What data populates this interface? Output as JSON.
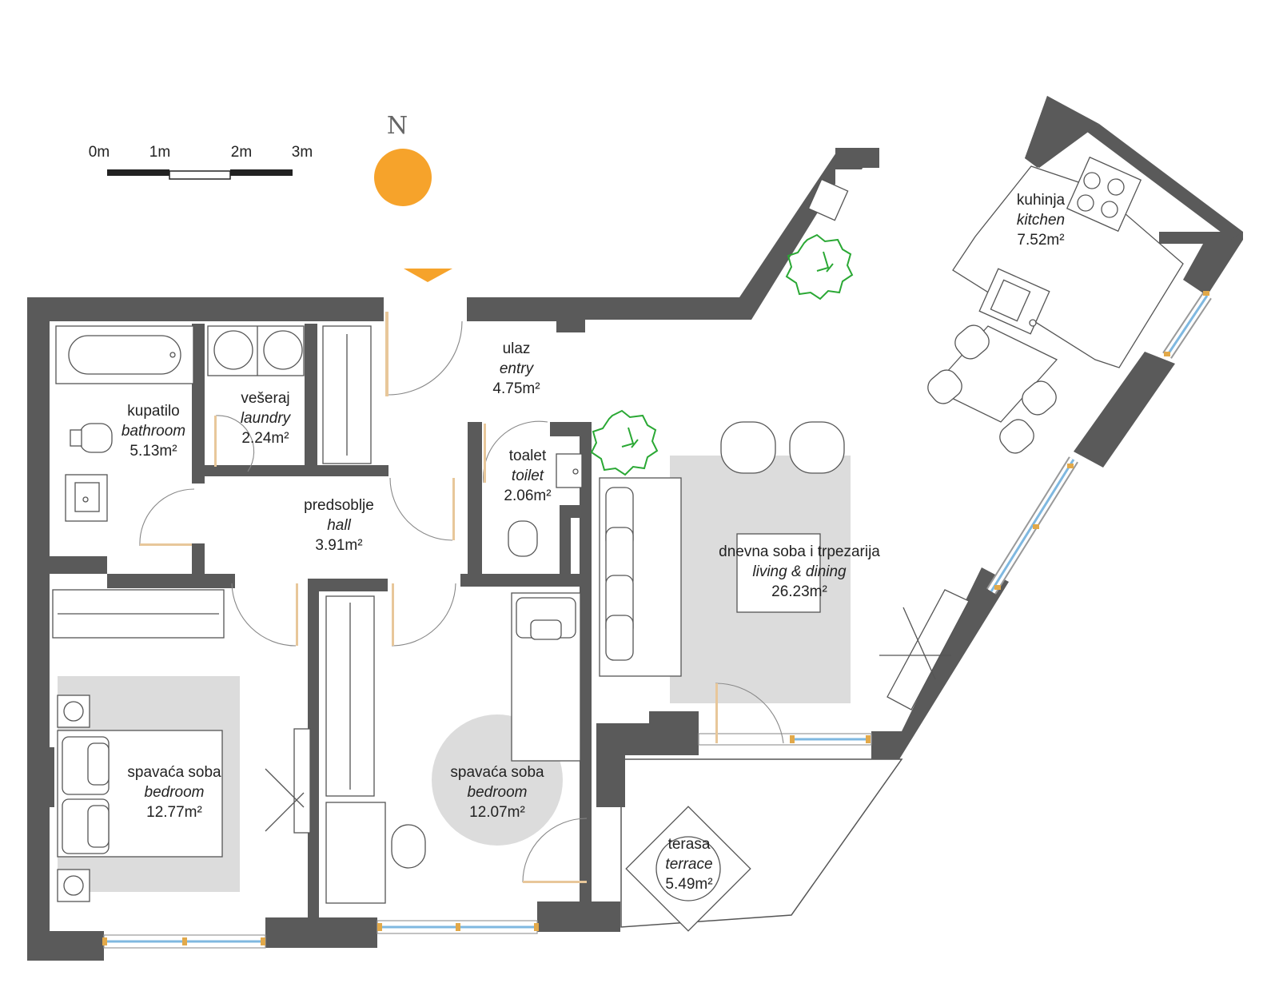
{
  "compass": {
    "north_label": "N",
    "sun_color": "#F6A32B"
  },
  "scale": {
    "ticks": [
      "0m",
      "1m",
      "2m",
      "3m"
    ]
  },
  "colors": {
    "wall": "#5a5a5a",
    "rug": "#dcdcdc",
    "plant": "#2aa834",
    "entry_marker": "#F6A32B",
    "window_frame": "#e2a94a",
    "window_glass": "#7fb8e0"
  },
  "rooms": [
    {
      "id": "kupatilo",
      "name": "kupatilo",
      "name_en": "bathroom",
      "area": "5.13m²"
    },
    {
      "id": "veseraj",
      "name": "vešeraj",
      "name_en": "laundry",
      "area": "2.24m²"
    },
    {
      "id": "ulaz",
      "name": "ulaz",
      "name_en": "entry",
      "area": "4.75m²"
    },
    {
      "id": "predsoblje",
      "name": "predsoblje",
      "name_en": "hall",
      "area": "3.91m²"
    },
    {
      "id": "toalet",
      "name": "toalet",
      "name_en": "toilet",
      "area": "2.06m²"
    },
    {
      "id": "kuhinja",
      "name": "kuhinja",
      "name_en": "kitchen",
      "area": "7.52m²"
    },
    {
      "id": "dnevna",
      "name": "dnevna soba i trpezarija",
      "name_en": "living & dining",
      "area": "26.23m²"
    },
    {
      "id": "spavaca1",
      "name": "spavaća soba",
      "name_en": "bedroom",
      "area": "12.77m²"
    },
    {
      "id": "spavaca2",
      "name": "spavaća soba",
      "name_en": "bedroom",
      "area": "12.07m²"
    },
    {
      "id": "terasa",
      "name": "terasa",
      "name_en": "terrace",
      "area": "5.49m²"
    }
  ]
}
